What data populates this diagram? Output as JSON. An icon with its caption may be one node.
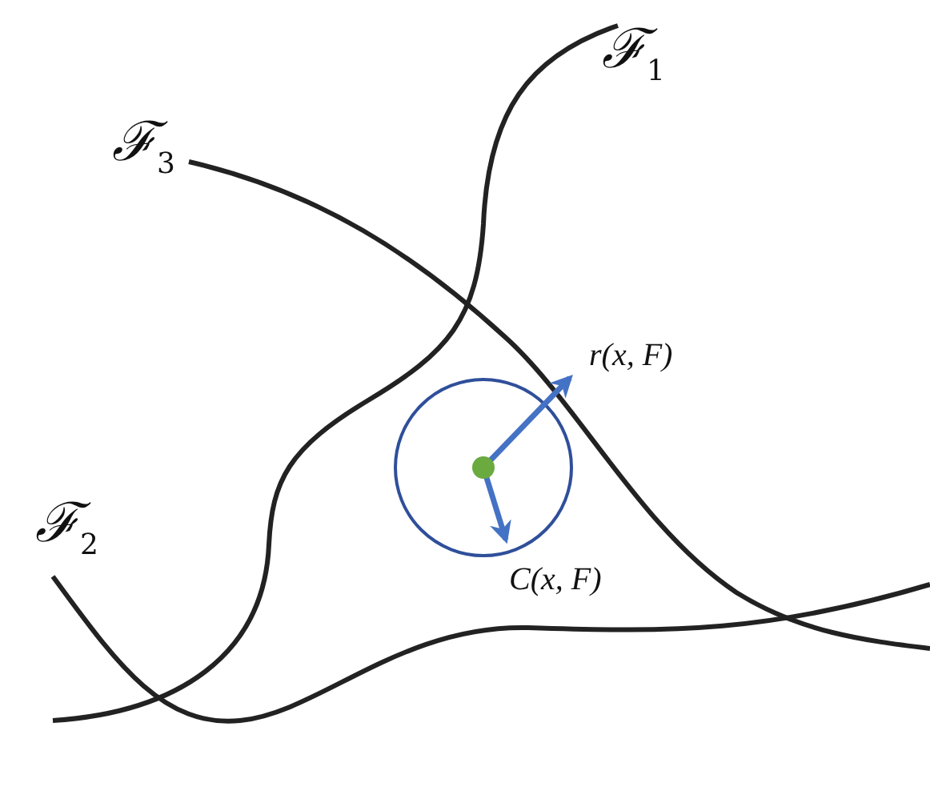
{
  "diagram": {
    "labels": [
      "ℱ$_{1}$",
      "ℱ$_{3}$",
      "r(x, F)",
      "ℱ$_{2}$",
      "C(x, F)"
    ]
  }
}
